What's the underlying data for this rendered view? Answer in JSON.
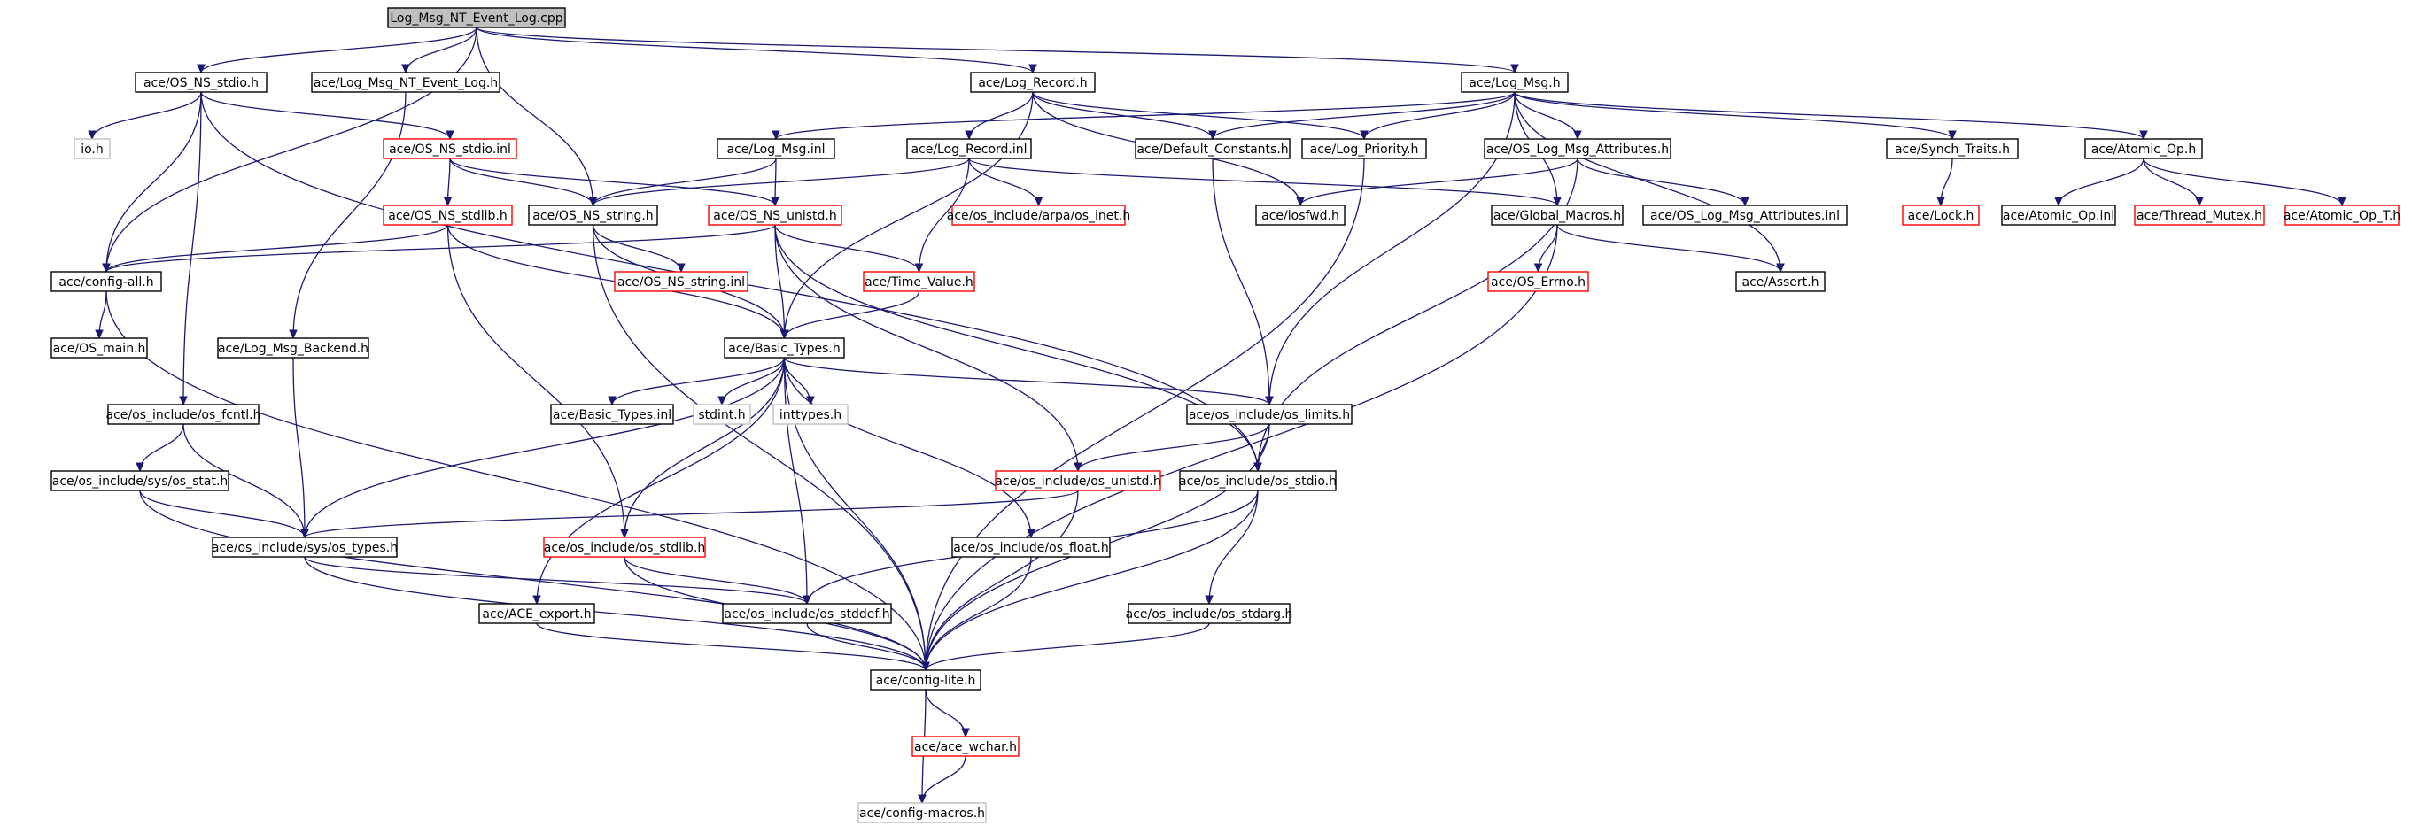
{
  "graph": {
    "nodes": [
      {
        "id": "root",
        "label": "Log_Msg_NT_Event_Log.cpp",
        "style": "root"
      },
      {
        "id": "os_ns_stdio_h",
        "label": "ace/OS_NS_stdio.h",
        "style": "normal"
      },
      {
        "id": "log_msg_nt_event_log_h",
        "label": "ace/Log_Msg_NT_Event_Log.h",
        "style": "normal"
      },
      {
        "id": "log_record_h",
        "label": "ace/Log_Record.h",
        "style": "normal"
      },
      {
        "id": "log_msg_h",
        "label": "ace/Log_Msg.h",
        "style": "normal"
      },
      {
        "id": "io_h",
        "label": "io.h",
        "style": "gray"
      },
      {
        "id": "os_ns_stdio_inl",
        "label": "ace/OS_NS_stdio.inl",
        "style": "red"
      },
      {
        "id": "log_msg_inl",
        "label": "ace/Log_Msg.inl",
        "style": "normal"
      },
      {
        "id": "log_record_inl",
        "label": "ace/Log_Record.inl",
        "style": "normal"
      },
      {
        "id": "default_constants_h",
        "label": "ace/Default_Constants.h",
        "style": "normal"
      },
      {
        "id": "log_priority_h",
        "label": "ace/Log_Priority.h",
        "style": "normal"
      },
      {
        "id": "os_log_msg_attributes_h",
        "label": "ace/OS_Log_Msg_Attributes.h",
        "style": "normal"
      },
      {
        "id": "synch_traits_h",
        "label": "ace/Synch_Traits.h",
        "style": "normal"
      },
      {
        "id": "atomic_op_h",
        "label": "ace/Atomic_Op.h",
        "style": "normal"
      },
      {
        "id": "os_ns_stdlib_h",
        "label": "ace/OS_NS_stdlib.h",
        "style": "red"
      },
      {
        "id": "os_ns_string_h",
        "label": "ace/OS_NS_string.h",
        "style": "normal"
      },
      {
        "id": "os_ns_unistd_h",
        "label": "ace/OS_NS_unistd.h",
        "style": "red"
      },
      {
        "id": "arpa_os_inet_h",
        "label": "ace/os_include/arpa/os_inet.h",
        "style": "red"
      },
      {
        "id": "iosfwd_h",
        "label": "ace/iosfwd.h",
        "style": "normal"
      },
      {
        "id": "global_macros_h",
        "label": "ace/Global_Macros.h",
        "style": "normal"
      },
      {
        "id": "os_log_msg_attributes_inl",
        "label": "ace/OS_Log_Msg_Attributes.inl",
        "style": "normal"
      },
      {
        "id": "lock_h",
        "label": "ace/Lock.h",
        "style": "red"
      },
      {
        "id": "atomic_op_inl",
        "label": "ace/Atomic_Op.inl",
        "style": "normal"
      },
      {
        "id": "thread_mutex_h",
        "label": "ace/Thread_Mutex.h",
        "style": "red"
      },
      {
        "id": "atomic_op_t_h",
        "label": "ace/Atomic_Op_T.h",
        "style": "red"
      },
      {
        "id": "config_all_h",
        "label": "ace/config-all.h",
        "style": "normal"
      },
      {
        "id": "os_ns_string_inl",
        "label": "ace/OS_NS_string.inl",
        "style": "red"
      },
      {
        "id": "time_value_h",
        "label": "ace/Time_Value.h",
        "style": "red"
      },
      {
        "id": "os_errno_h",
        "label": "ace/OS_Errno.h",
        "style": "red"
      },
      {
        "id": "assert_h",
        "label": "ace/Assert.h",
        "style": "normal"
      },
      {
        "id": "os_main_h",
        "label": "ace/OS_main.h",
        "style": "normal"
      },
      {
        "id": "basic_types_h",
        "label": "ace/Basic_Types.h",
        "style": "normal"
      },
      {
        "id": "log_msg_backend_h",
        "label": "ace/Log_Msg_Backend.h",
        "style": "normal"
      },
      {
        "id": "os_fcntl_h",
        "label": "ace/os_include/os_fcntl.h",
        "style": "normal"
      },
      {
        "id": "basic_types_inl",
        "label": "ace/Basic_Types.inl",
        "style": "normal"
      },
      {
        "id": "stdint_h",
        "label": "stdint.h",
        "style": "gray"
      },
      {
        "id": "inttypes_h",
        "label": "inttypes.h",
        "style": "gray"
      },
      {
        "id": "os_limits_h",
        "label": "ace/os_include/os_limits.h",
        "style": "normal"
      },
      {
        "id": "sys_os_stat_h",
        "label": "ace/os_include/sys/os_stat.h",
        "style": "normal"
      },
      {
        "id": "os_unistd_h",
        "label": "ace/os_include/os_unistd.h",
        "style": "red"
      },
      {
        "id": "os_stdio_h",
        "label": "ace/os_include/os_stdio.h",
        "style": "normal"
      },
      {
        "id": "sys_os_types_h",
        "label": "ace/os_include/sys/os_types.h",
        "style": "normal"
      },
      {
        "id": "os_stdlib_h",
        "label": "ace/os_include/os_stdlib.h",
        "style": "red"
      },
      {
        "id": "os_float_h",
        "label": "ace/os_include/os_float.h",
        "style": "normal"
      },
      {
        "id": "ace_export_h",
        "label": "ace/ACE_export.h",
        "style": "normal"
      },
      {
        "id": "os_stddef_h",
        "label": "ace/os_include/os_stddef.h",
        "style": "normal"
      },
      {
        "id": "os_stdarg_h",
        "label": "ace/os_include/os_stdarg.h",
        "style": "normal"
      },
      {
        "id": "config_lite_h",
        "label": "ace/config-lite.h",
        "style": "normal"
      },
      {
        "id": "ace_wchar_h",
        "label": "ace/ace_wchar.h",
        "style": "red"
      },
      {
        "id": "config_macros_h",
        "label": "ace/config-macros.h",
        "style": "gray"
      }
    ],
    "edges": [
      [
        "root",
        "os_ns_stdio_h"
      ],
      [
        "root",
        "log_msg_nt_event_log_h"
      ],
      [
        "root",
        "log_record_h"
      ],
      [
        "root",
        "log_msg_h"
      ],
      [
        "root",
        "config_all_h"
      ],
      [
        "root",
        "os_ns_string_h"
      ],
      [
        "os_ns_stdio_h",
        "io_h"
      ],
      [
        "os_ns_stdio_h",
        "os_ns_stdio_inl"
      ],
      [
        "os_ns_stdio_h",
        "config_all_h"
      ],
      [
        "os_ns_stdio_h",
        "os_fcntl_h"
      ],
      [
        "os_ns_stdio_h",
        "os_stdio_h"
      ],
      [
        "log_msg_nt_event_log_h",
        "log_msg_backend_h"
      ],
      [
        "log_record_h",
        "log_record_inl"
      ],
      [
        "log_record_h",
        "default_constants_h"
      ],
      [
        "log_record_h",
        "log_priority_h"
      ],
      [
        "log_record_h",
        "iosfwd_h"
      ],
      [
        "log_record_h",
        "basic_types_h"
      ],
      [
        "log_msg_h",
        "log_msg_inl"
      ],
      [
        "log_msg_h",
        "default_constants_h"
      ],
      [
        "log_msg_h",
        "log_priority_h"
      ],
      [
        "log_msg_h",
        "os_log_msg_attributes_h"
      ],
      [
        "log_msg_h",
        "synch_traits_h"
      ],
      [
        "log_msg_h",
        "atomic_op_h"
      ],
      [
        "log_msg_h",
        "global_macros_h"
      ],
      [
        "log_msg_h",
        "assert_h"
      ],
      [
        "log_msg_h",
        "os_limits_h"
      ],
      [
        "os_ns_stdio_inl",
        "os_ns_stdlib_h"
      ],
      [
        "os_ns_stdio_inl",
        "os_ns_string_h"
      ],
      [
        "os_ns_stdio_inl",
        "os_ns_unistd_h"
      ],
      [
        "log_msg_inl",
        "os_ns_string_h"
      ],
      [
        "log_msg_inl",
        "os_ns_unistd_h"
      ],
      [
        "log_record_inl",
        "arpa_os_inet_h"
      ],
      [
        "log_record_inl",
        "time_value_h"
      ],
      [
        "log_record_inl",
        "global_macros_h"
      ],
      [
        "log_record_inl",
        "os_ns_string_h"
      ],
      [
        "default_constants_h",
        "os_limits_h"
      ],
      [
        "log_priority_h",
        "config_lite_h"
      ],
      [
        "os_log_msg_attributes_h",
        "iosfwd_h"
      ],
      [
        "os_log_msg_attributes_h",
        "os_log_msg_attributes_inl"
      ],
      [
        "os_log_msg_attributes_h",
        "os_stdio_h"
      ],
      [
        "synch_traits_h",
        "lock_h"
      ],
      [
        "atomic_op_h",
        "atomic_op_inl"
      ],
      [
        "atomic_op_h",
        "thread_mutex_h"
      ],
      [
        "atomic_op_h",
        "atomic_op_t_h"
      ],
      [
        "os_ns_stdlib_h",
        "config_all_h"
      ],
      [
        "os_ns_stdlib_h",
        "basic_types_h"
      ],
      [
        "os_ns_stdlib_h",
        "os_stdlib_h"
      ],
      [
        "os_ns_string_h",
        "os_ns_string_inl"
      ],
      [
        "os_ns_string_h",
        "basic_types_h"
      ],
      [
        "os_ns_string_h",
        "config_lite_h"
      ],
      [
        "os_ns_unistd_h",
        "config_all_h"
      ],
      [
        "os_ns_unistd_h",
        "time_value_h"
      ],
      [
        "os_ns_unistd_h",
        "basic_types_h"
      ],
      [
        "os_ns_unistd_h",
        "os_unistd_h"
      ],
      [
        "os_ns_unistd_h",
        "os_stdio_h"
      ],
      [
        "global_macros_h",
        "os_errno_h"
      ],
      [
        "global_macros_h",
        "assert_h"
      ],
      [
        "global_macros_h",
        "config_lite_h"
      ],
      [
        "config_all_h",
        "os_main_h"
      ],
      [
        "config_all_h",
        "config_lite_h"
      ],
      [
        "time_value_h",
        "basic_types_h"
      ],
      [
        "basic_types_h",
        "basic_types_inl"
      ],
      [
        "basic_types_h",
        "stdint_h"
      ],
      [
        "basic_types_h",
        "inttypes_h"
      ],
      [
        "basic_types_h",
        "os_limits_h"
      ],
      [
        "basic_types_h",
        "sys_os_types_h"
      ],
      [
        "basic_types_h",
        "os_stdlib_h"
      ],
      [
        "basic_types_h",
        "os_float_h"
      ],
      [
        "basic_types_h",
        "ace_export_h"
      ],
      [
        "basic_types_h",
        "os_stddef_h"
      ],
      [
        "basic_types_h",
        "config_lite_h"
      ],
      [
        "log_msg_backend_h",
        "sys_os_types_h"
      ],
      [
        "os_fcntl_h",
        "sys_os_stat_h"
      ],
      [
        "os_fcntl_h",
        "sys_os_types_h"
      ],
      [
        "os_limits_h",
        "os_unistd_h"
      ],
      [
        "os_limits_h",
        "os_stdio_h"
      ],
      [
        "os_limits_h",
        "config_lite_h"
      ],
      [
        "sys_os_stat_h",
        "sys_os_types_h"
      ],
      [
        "sys_os_stat_h",
        "config_lite_h"
      ],
      [
        "os_unistd_h",
        "sys_os_types_h"
      ],
      [
        "os_unistd_h",
        "config_lite_h"
      ],
      [
        "os_stdio_h",
        "os_stddef_h"
      ],
      [
        "os_stdio_h",
        "os_stdarg_h"
      ],
      [
        "os_stdio_h",
        "config_lite_h"
      ],
      [
        "sys_os_types_h",
        "os_stddef_h"
      ],
      [
        "sys_os_types_h",
        "config_lite_h"
      ],
      [
        "os_stdlib_h",
        "os_stddef_h"
      ],
      [
        "os_stdlib_h",
        "config_lite_h"
      ],
      [
        "os_float_h",
        "config_lite_h"
      ],
      [
        "ace_export_h",
        "config_lite_h"
      ],
      [
        "os_stddef_h",
        "config_lite_h"
      ],
      [
        "os_stdarg_h",
        "config_lite_h"
      ],
      [
        "config_lite_h",
        "ace_wchar_h"
      ],
      [
        "config_lite_h",
        "config_macros_h"
      ],
      [
        "ace_wchar_h",
        "config_macros_h"
      ]
    ]
  }
}
